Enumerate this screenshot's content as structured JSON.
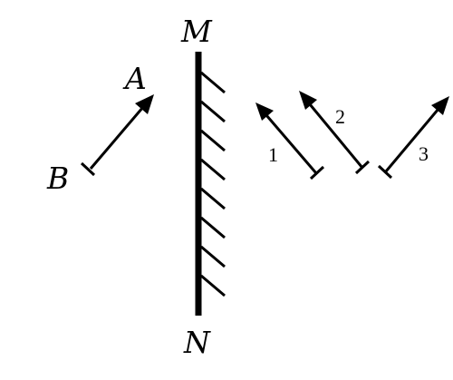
{
  "mirror": {
    "top_label": "M",
    "bottom_label": "N"
  },
  "object_arrow": {
    "head_label": "A",
    "tail_label": "B"
  },
  "candidate_images": [
    {
      "label": "1"
    },
    {
      "label": "2"
    },
    {
      "label": "3"
    }
  ],
  "colors": {
    "ink": "#000000",
    "background": "#ffffff"
  }
}
